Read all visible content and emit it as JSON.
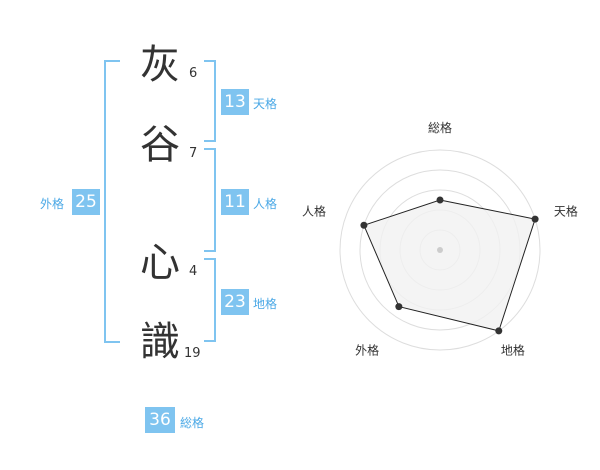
{
  "name": {
    "chars": [
      {
        "char": "灰",
        "strokes": "6"
      },
      {
        "char": "谷",
        "strokes": "7"
      },
      {
        "char": "心",
        "strokes": "4"
      },
      {
        "char": "識",
        "strokes": "19"
      }
    ]
  },
  "kaku": {
    "tenkaku": {
      "value": "13",
      "label": "天格"
    },
    "jinkaku": {
      "value": "11",
      "label": "人格"
    },
    "chikaku": {
      "value": "23",
      "label": "地格"
    },
    "gaikaku": {
      "value": "25",
      "label": "外格"
    },
    "soukaku": {
      "value": "36",
      "label": "総格"
    }
  },
  "chart_data": {
    "type": "radar",
    "axes": [
      "総格",
      "天格",
      "地格",
      "外格",
      "人格"
    ],
    "values": [
      2.5,
      5,
      5,
      3.5,
      4
    ],
    "max": 5,
    "rings": 5,
    "colors": {
      "fill": "#f1f1f1",
      "line": "#222222",
      "grid": "#dddddd",
      "point": "#333333",
      "center": "#cccccc"
    }
  },
  "colors": {
    "accent": "#7fc4f0",
    "label": "#4aa8e6",
    "text": "#333333"
  }
}
